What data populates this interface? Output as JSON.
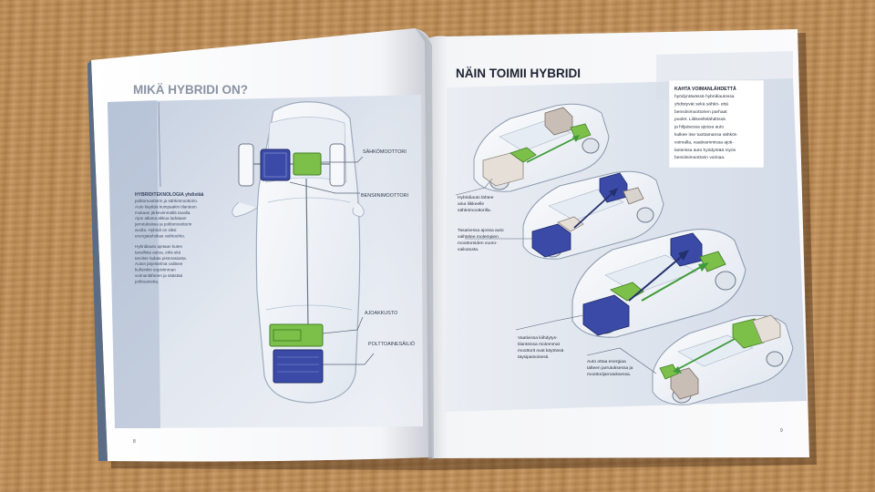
{
  "left_page": {
    "heading": "MIKÄ HYBRIDI ON?",
    "body_lead": "HYBRIDITEKNOLOGIA yhdistää",
    "body_lines_1": [
      "polttomoottorin ja sähkömoottorin.",
      "Auto käyttää kumpaakin tilanteen",
      "mukaan järkevimmällä tavalla.",
      "Ajon aikana akkua ladataan",
      "jarrutuksissa ja polttomoottorin",
      "avulla. Hybridi on siksi",
      "energiatehokas vaihtoehto."
    ],
    "body_lines_2": [
      "Hybridiauto ajetaan kuten",
      "tavallista autoa, eikä sitä",
      "tarvitse ladata pistorasiasta.",
      "Auton järjestelmä valitsee",
      "kulloinkin sopivimman",
      "voimanlähteen ja säästää",
      "polttoainetta."
    ],
    "labels": {
      "electric_motor": "SÄHKÖMOOTTORI",
      "petrol_engine": "BENSIINIMOOTTORI",
      "battery": "AJOAKKUSTO",
      "fuel_tank": "POLTTOAINESÄILIÖ"
    },
    "page_number": "8"
  },
  "right_page": {
    "heading": "NÄIN TOIMII HYBRIDI",
    "info_box": {
      "title": "KAHTA VOIMANLÄHDETTÄ",
      "lines": [
        "hyödyntävässä hybridiautossa",
        "yhdistyvät sekä sähkö- että",
        "bensiinimoottorien parhaat",
        "puolet. Liikkeellelähdössä",
        "ja hiljaisessa ajossa auto",
        "kulkee itse tuottamansa sähkön",
        "voimalla, vaativammissa ajoti-",
        "lanteissa auto hyödyntää myös",
        "bensiinimoottorin voimaa."
      ]
    },
    "captions": [
      {
        "lines": [
          "Hybridiauto lähtee",
          "aina liikkeelle",
          "sähkömoottorilla."
        ]
      },
      {
        "lines": [
          "Tasaisessa ajossa auto",
          "vaihtelee molempien",
          "moottoreiden vuoro-",
          "vaikutusta."
        ]
      },
      {
        "lines": [
          "Vaativissa kiihdytys-",
          "tilanteissa molemmat",
          "moottorit ovat käytössä",
          "täysipainoisesti."
        ]
      },
      {
        "lines": [
          "Auto ottaa energiaa",
          "talteen jarrutuksessa ja",
          "moottorijarrutuksessa."
        ]
      }
    ],
    "page_number": "9"
  },
  "colors": {
    "battery_blue": "#3b4aa6",
    "motor_green": "#7cc04a",
    "engine_gray": "#c8beb6",
    "flow_green": "#3f9a3a",
    "flow_blue": "#24306e",
    "page_bg": "#f3f4f6",
    "band_blue": "#cfd8e6"
  }
}
